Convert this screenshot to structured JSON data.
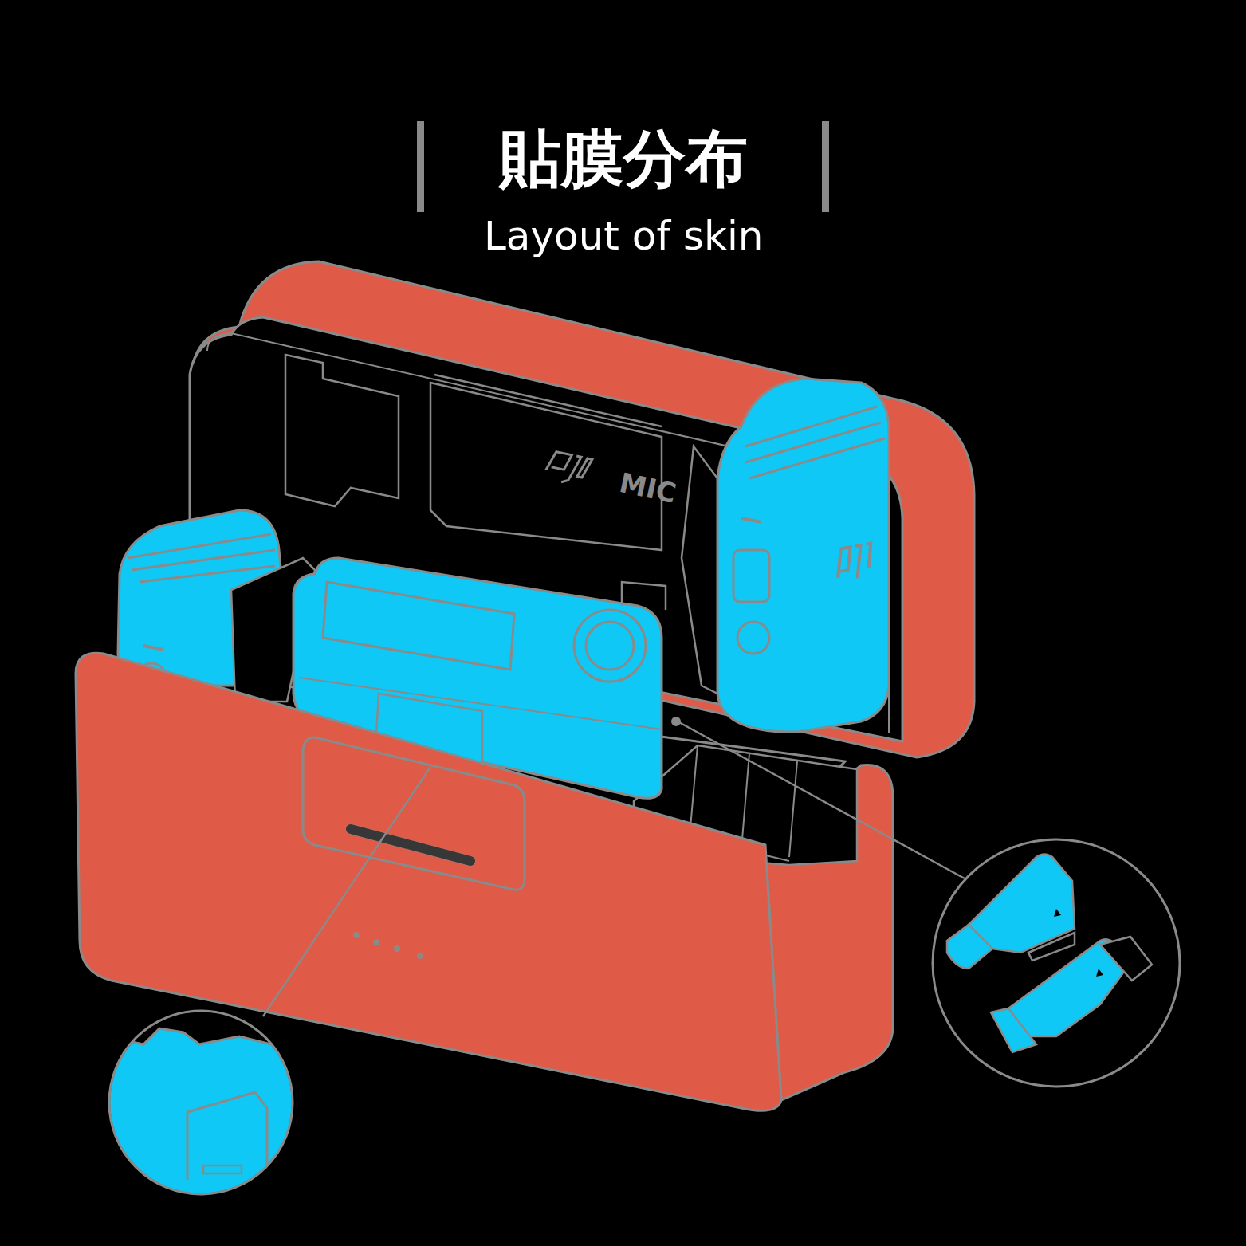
{
  "diagram": {
    "title": "貼膜分布",
    "labels": [
      "Layout of skin",
      "MIC"
    ]
  }
}
